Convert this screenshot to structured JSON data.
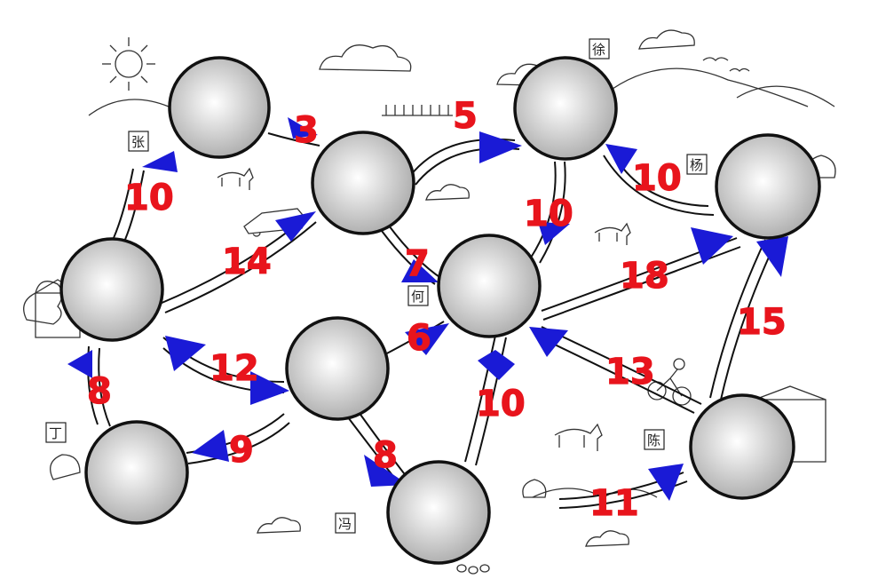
{
  "colors": {
    "arrow": "#1a1ad6",
    "weight_label": "#e8141c",
    "node_fill_center": "#ffffff",
    "node_fill_edge": "#a9a9a9",
    "line": "#111111"
  },
  "signs": [
    "张",
    "徐",
    "杨",
    "何",
    "丁",
    "陈",
    "冯"
  ],
  "weights": [
    "3",
    "5",
    "10",
    "10",
    "10",
    "14",
    "7",
    "18",
    "6",
    "15",
    "12",
    "13",
    "8",
    "10",
    "8",
    "9",
    "11"
  ]
}
